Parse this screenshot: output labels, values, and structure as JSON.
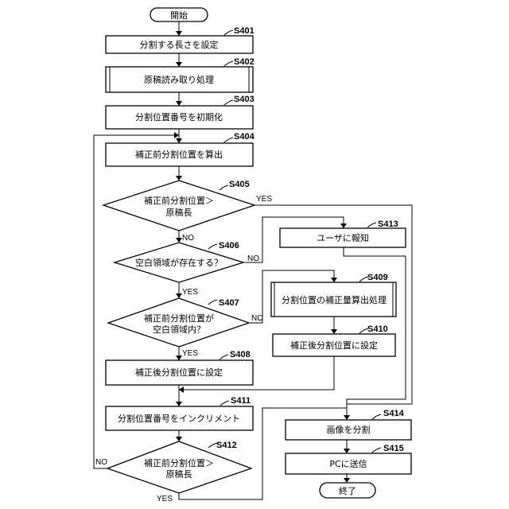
{
  "nodes": {
    "start": {
      "text": "開始"
    },
    "s401": {
      "step": "S401",
      "text": "分割する長さを設定"
    },
    "s402": {
      "step": "S402",
      "text": "原稿読み取り処理"
    },
    "s403": {
      "step": "S403",
      "text": "分割位置番号を初期化"
    },
    "s404": {
      "step": "S404",
      "text": "補正前分割位置を算出"
    },
    "s405": {
      "step": "S405",
      "line1": "補正前分割位置＞",
      "line2": "原稿長"
    },
    "s406": {
      "step": "S406",
      "text": "空白領域が存在する？"
    },
    "s407": {
      "step": "S407",
      "line1": "補正前分割位置が",
      "line2": "空白領域内？"
    },
    "s408": {
      "step": "S408",
      "text": "補正後分割位置に設定"
    },
    "s409": {
      "step": "S409",
      "text": "分割位置の補正量算出処理"
    },
    "s410": {
      "step": "S410",
      "text": "補正後分割位置に設定"
    },
    "s411": {
      "step": "S411",
      "text": "分割位置番号をインクリメント"
    },
    "s412": {
      "step": "S412",
      "line1": "補正前分割位置＞",
      "line2": "原稿長"
    },
    "s413": {
      "step": "S413",
      "text": "ユーザに報知"
    },
    "s414": {
      "step": "S414",
      "text": "画像を分割"
    },
    "s415": {
      "step": "S415",
      "text": "PCに送信"
    },
    "end": {
      "text": "終了"
    }
  },
  "labels": {
    "yes": "YES",
    "no": "NO"
  }
}
